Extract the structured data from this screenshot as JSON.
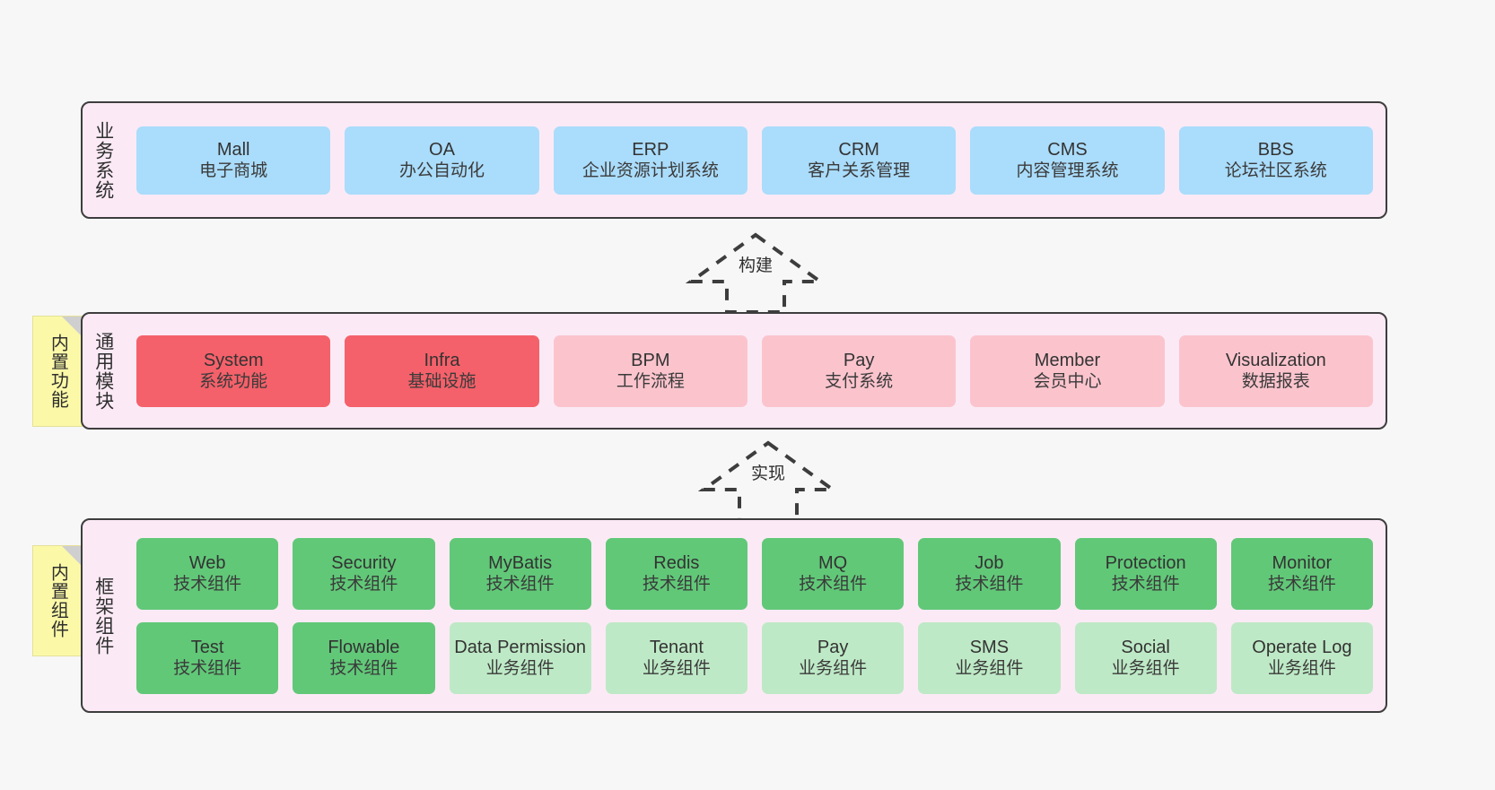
{
  "layers": [
    {
      "id": "business",
      "title": "业务系统",
      "rows": [
        {
          "cards": [
            {
              "name": "Mall",
              "sub": "电子商城",
              "color": "#aadcfb"
            },
            {
              "name": "OA",
              "sub": "办公自动化",
              "color": "#aadcfb"
            },
            {
              "name": "ERP",
              "sub": "企业资源计划系统",
              "color": "#aadcfb"
            },
            {
              "name": "CRM",
              "sub": "客户关系管理",
              "color": "#aadcfb"
            },
            {
              "name": "CMS",
              "sub": "内容管理系统",
              "color": "#aadcfb"
            },
            {
              "name": "BBS",
              "sub": "论坛社区系统",
              "color": "#aadcfb"
            }
          ]
        }
      ]
    },
    {
      "id": "common",
      "title": "通用模块",
      "sticky": "内置功能",
      "rows": [
        {
          "cards": [
            {
              "name": "System",
              "sub": "系统功能",
              "color": "#f4616a"
            },
            {
              "name": "Infra",
              "sub": "基础设施",
              "color": "#f4616a"
            },
            {
              "name": "BPM",
              "sub": "工作流程",
              "color": "#fbc4cd"
            },
            {
              "name": "Pay",
              "sub": "支付系统",
              "color": "#fbc4cd"
            },
            {
              "name": "Member",
              "sub": "会员中心",
              "color": "#fbc4cd"
            },
            {
              "name": "Visualization",
              "sub": "数据报表",
              "color": "#fbc4cd"
            }
          ]
        }
      ]
    },
    {
      "id": "framework",
      "title": "框架组件",
      "sticky": "内置组件",
      "rows": [
        {
          "cards": [
            {
              "name": "Web",
              "sub": "技术组件",
              "color": "#61c878"
            },
            {
              "name": "Security",
              "sub": "技术组件",
              "color": "#61c878"
            },
            {
              "name": "MyBatis",
              "sub": "技术组件",
              "color": "#61c878"
            },
            {
              "name": "Redis",
              "sub": "技术组件",
              "color": "#61c878"
            },
            {
              "name": "MQ",
              "sub": "技术组件",
              "color": "#61c878"
            },
            {
              "name": "Job",
              "sub": "技术组件",
              "color": "#61c878"
            },
            {
              "name": "Protection",
              "sub": "技术组件",
              "color": "#61c878"
            },
            {
              "name": "Monitor",
              "sub": "技术组件",
              "color": "#61c878"
            }
          ]
        },
        {
          "cards": [
            {
              "name": "Test",
              "sub": "技术组件",
              "color": "#61c878"
            },
            {
              "name": "Flowable",
              "sub": "技术组件",
              "color": "#61c878"
            },
            {
              "name": "Data Permission",
              "sub": "业务组件",
              "color": "#bee9c6"
            },
            {
              "name": "Tenant",
              "sub": "业务组件",
              "color": "#bee9c6"
            },
            {
              "name": "Pay",
              "sub": "业务组件",
              "color": "#bee9c6"
            },
            {
              "name": "SMS",
              "sub": "业务组件",
              "color": "#bee9c6"
            },
            {
              "name": "Social",
              "sub": "业务组件",
              "color": "#bee9c6"
            },
            {
              "name": "Operate Log",
              "sub": "业务组件",
              "color": "#bee9c6"
            }
          ]
        }
      ]
    }
  ],
  "arrows": [
    {
      "id": "build",
      "label": "构建"
    },
    {
      "id": "impl",
      "label": "实现"
    }
  ],
  "colors": {
    "canvas": "#f7f7f7",
    "panel_fill": "#fbeaf5",
    "panel_border": "#3d3d3d",
    "blue": "#aadcfb",
    "red": "#f4616a",
    "pink": "#fbc4cd",
    "green": "#61c878",
    "green_light": "#bee9c6",
    "sticky": "#fbf9a8",
    "sticky_fold": "#cfcfcf",
    "arrow_stroke": "#3d3d3d"
  }
}
